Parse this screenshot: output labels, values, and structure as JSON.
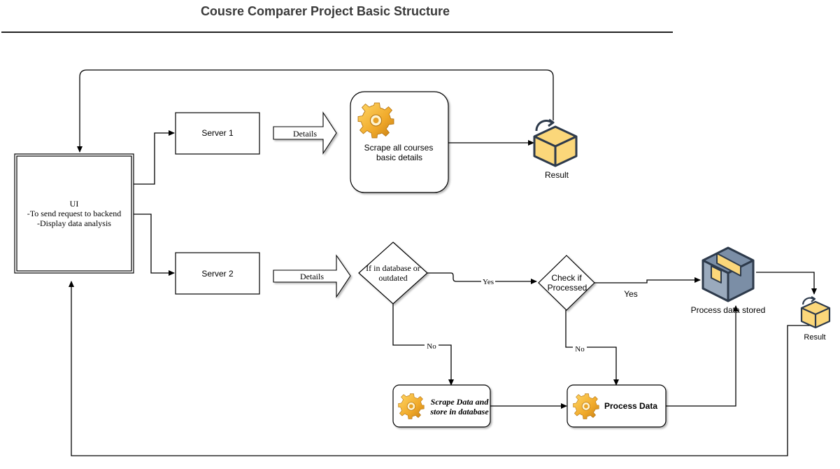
{
  "title": "Cousre Comparer Project Basic Structure",
  "nodes": {
    "ui": {
      "line1": "UI",
      "line2": "-To send request to backend",
      "line3": "-Display data analysis"
    },
    "server1": "Server 1",
    "server2": "Server 2",
    "scrape_all": {
      "line1": "Scrape all courses",
      "line2": "basic details"
    },
    "result_top": "Result",
    "decision_db": {
      "line1": "If in database or",
      "line2": "outdated"
    },
    "decision_processed": {
      "line1": "Check if",
      "line2": "Processed"
    },
    "process_stored": "Process data stored",
    "result_right": "Result",
    "scrape_store": {
      "line1": "Scrape Data and",
      "line2": "store in database"
    },
    "process_data": "Process Data"
  },
  "edge_labels": {
    "details_top": "Details",
    "details_bottom": "Details",
    "yes_db": "Yes",
    "no_db": "No",
    "yes_processed": "Yes",
    "no_processed": "No"
  },
  "icons": [
    "gear-icon",
    "box-icon",
    "package-icon"
  ],
  "colors": {
    "gear": "#f2b632",
    "box_fill": "#fbd77a",
    "box_stroke": "#2d3a4b",
    "package_fill": "#7b8ea6"
  }
}
